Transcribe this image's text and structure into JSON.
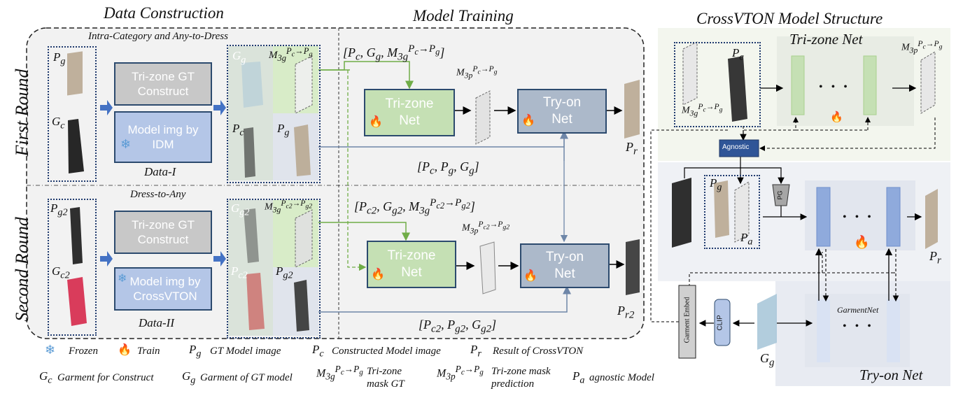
{
  "titles": {
    "data_construction": "Data Construction",
    "model_training": "Model Training",
    "model_structure": "CrossVTON Model Structure"
  },
  "first_round": {
    "row_label": "First Round",
    "subtitle": "Intra-Category and Any-to-Dress",
    "inputs": [
      "P_g",
      "G_c"
    ],
    "box_trizone_gt": "Tri-zone GT Construct",
    "box_model_img": "Model img by IDM",
    "data_label": "Data-I",
    "grid_labels": [
      "G_g",
      "M_3g^{Pc→Pg}",
      "P_c",
      "P_g"
    ],
    "training_input": "[P_c, G_g, M_3g^{Pc→Pg}]",
    "trizone_net": "Tri-zone Net",
    "trizone_pred": "M_3p^{Pc→Pg}",
    "tryon_net": "Try-on Net",
    "tryon_input": "[P_c, P_g, G_g]",
    "output": "P_r"
  },
  "second_round": {
    "row_label": "Second Round",
    "subtitle": "Dress-to-Any",
    "inputs": [
      "P_g2",
      "G_c2"
    ],
    "box_trizone_gt": "Tri-zone GT Construct",
    "box_model_img": "Model img by CrossVTON",
    "data_label": "Data-II",
    "grid_labels": [
      "G_g2",
      "M_3g^{Pc2→Pg2}",
      "P_c2",
      "P_g2"
    ],
    "training_input": "[P_c2, G_g2, M_3g^{Pc2→Pg2}]",
    "trizone_net": "Tri-zone Net",
    "trizone_pred": "M_3p^{Pc2→Pg2}",
    "tryon_net": "Try-on Net",
    "tryon_input": "[P_c2, P_g2, G_g2]",
    "output": "P_r2"
  },
  "structure": {
    "trizone_title": "Tri-zone Net",
    "tryon_title": "Try-on Net",
    "agnostic": "Agnostic",
    "pg_block": "PG",
    "garment_embed": "Garment Embed",
    "clip": "CLIP",
    "garmentnet": "GarmentNet",
    "labels": [
      "M_3g^{Pc→Pg}",
      "P_c",
      "M_3p^{Pc→Pg}",
      "P_g",
      "P_a",
      "P_r",
      "G_g"
    ],
    "ellipsis": "• • •"
  },
  "legend": {
    "frozen": "Frozen",
    "train": "Train",
    "pg": "GT Model image",
    "pc": "Constructed Model image",
    "pr": "Result of CrossVTON",
    "gc": "Garment for Construct",
    "gg": "Garment of GT model",
    "m3g": "Tri-zone mask GT",
    "m3p": "Tri-zone mask prediction",
    "pa": "agnostic Model"
  },
  "colors": {
    "green_box": "#c5e0b4",
    "slate_box": "#acb9ca",
    "gray_box": "#c8c8c8",
    "blue_box": "#b4c6e7",
    "arrow_blue": "#4472c4",
    "arrow_green": "#70ad47",
    "line_slate": "#6e86a8"
  },
  "icons": [
    "snowflake-icon",
    "flame-icon",
    "block-arrow-icon"
  ]
}
